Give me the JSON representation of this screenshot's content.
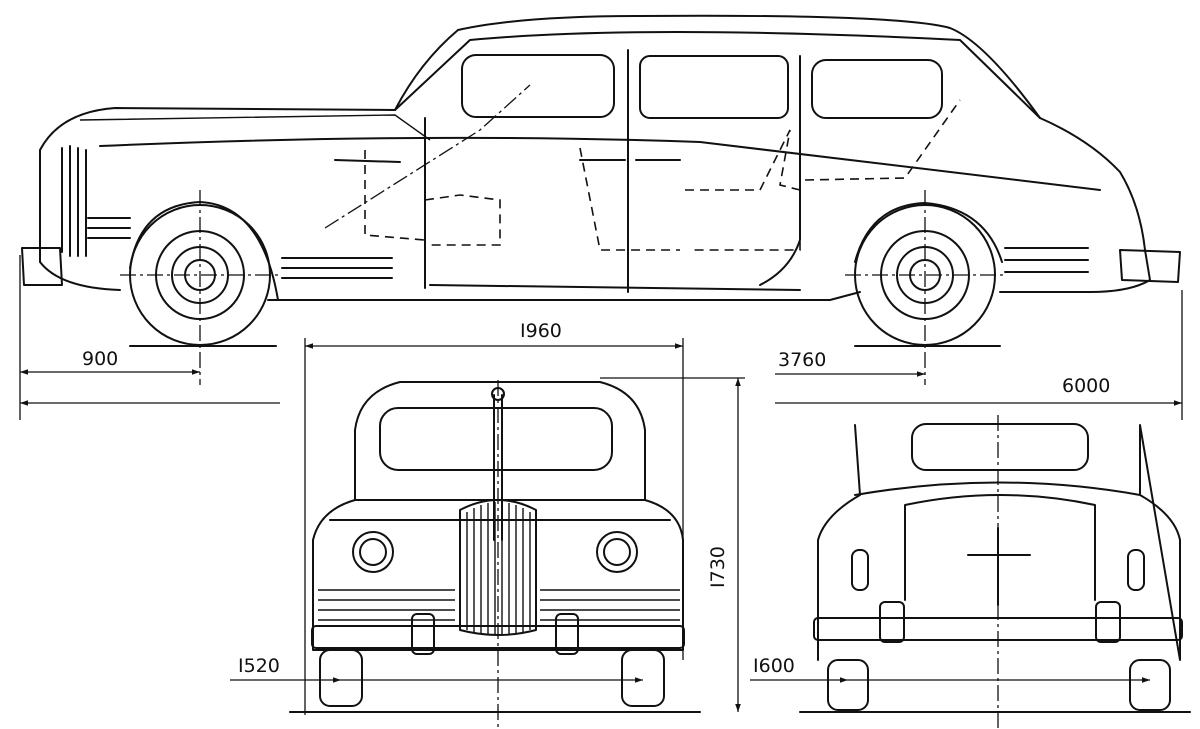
{
  "dimensions": {
    "front_overhang": "900",
    "overall_width": "I960",
    "wheelbase": "3760",
    "overall_length": "6000",
    "overall_height": "I730",
    "front_track": "I520",
    "rear_track": "I600"
  },
  "colors": {
    "ink": "#111111",
    "paper": "#ffffff"
  }
}
